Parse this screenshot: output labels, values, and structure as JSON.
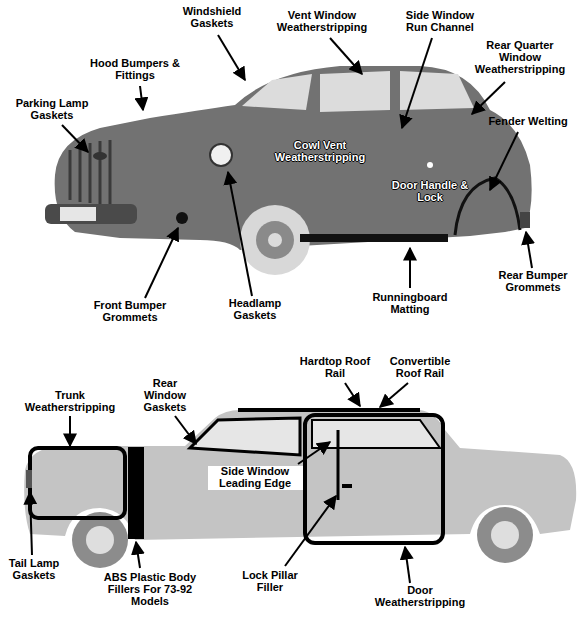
{
  "diagram": {
    "labels": [
      "Windshield Gaskets",
      "Vent Window Weatherstripping",
      "Side Window Run Channel",
      "Hood Bumpers & Fittings",
      "Rear Quarter Window Weatherstripping",
      "Parking Lamp Gaskets",
      "Fender Welting",
      "Cowl Vent Weatherstripping",
      "Door Handle & Lock",
      "Front Bumper Grommets",
      "Headlamp Gaskets",
      "Runningboard Matting",
      "Rear Bumper Grommets",
      "Hardtop Roof Rail",
      "Convertible Roof Rail",
      "Trunk Weatherstripping",
      "Rear Window Gaskets",
      "Side Window Leading Edge",
      "Tail Lamp Gaskets",
      "ABS Plastic Body Fillers For 73-92 Models",
      "Lock Pillar Filler",
      "Door Weatherstripping"
    ]
  }
}
